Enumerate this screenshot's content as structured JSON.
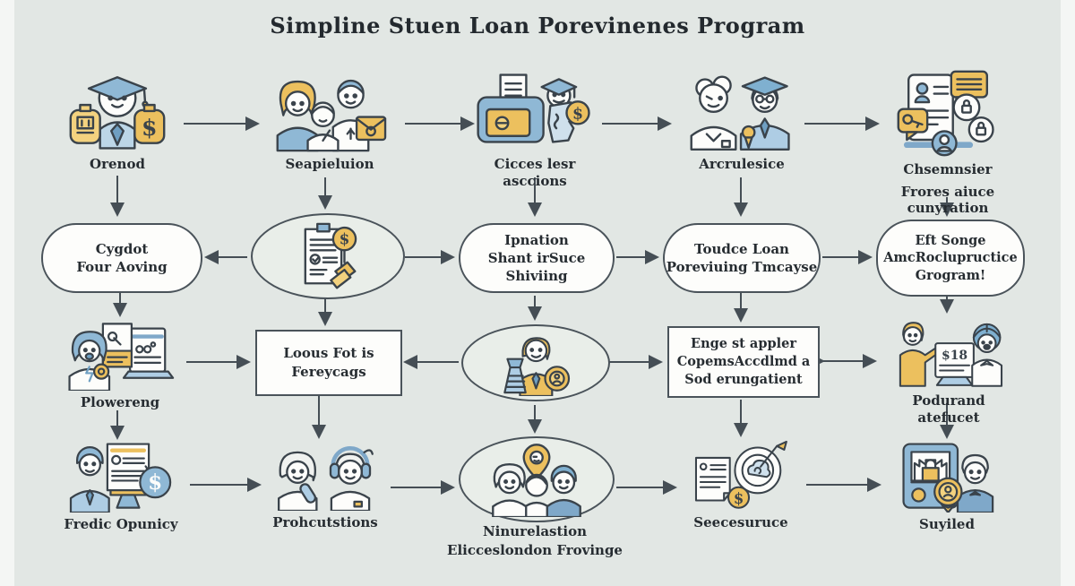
{
  "title": "Simpline Stuen Loan Porevinenes Program",
  "glyphs": {
    "dollar": "$",
    "minus": "-"
  },
  "colors": {
    "background": "#e2e7e4",
    "outline": "#3a434b",
    "blue": "#8fb8d5",
    "blue_light": "#bcd6e7",
    "blue_deep": "#6f9fc2",
    "yellow": "#ecc05e",
    "yellow_light": "#f3d27f",
    "white": "#fdfdfb",
    "text": "#262c31",
    "arrow": "#454e55"
  },
  "row1": {
    "nodes": [
      {
        "label": "Orenod",
        "icon": "graduate-money-icon"
      },
      {
        "label": "Seapieluion",
        "icon": "family-group-icon"
      },
      {
        "label": "Cicces lesr asccions",
        "icon": "laptop-graduate-icon"
      },
      {
        "label": "Arcrulesice",
        "icon": "advisor-graduate-icon"
      },
      {
        "label": "Chsemnsier",
        "sublabel": "Frores aiuce cunyration",
        "icon": "documents-chat-icon"
      }
    ]
  },
  "row2": {
    "shapes": [
      {
        "type": "stadium",
        "lines": [
          "Cygdot",
          "Four Aoving"
        ]
      },
      {
        "type": "ellipse",
        "icon": "document-dollar-stamp-icon"
      },
      {
        "type": "stadium",
        "lines": [
          "Ipnation",
          "Shant irSuce Shiviing"
        ]
      },
      {
        "type": "stadium",
        "lines": [
          "Toudce Loan",
          "Poreviuing Tmcayse"
        ]
      },
      {
        "type": "stadium",
        "lines": [
          "Eft Songe",
          "AmcRoclupructice",
          "Grogram!"
        ]
      }
    ]
  },
  "row3": {
    "nodes": [
      {
        "type": "icon",
        "label": "Plowereng",
        "icon": "analyst-documents-icon"
      },
      {
        "type": "box",
        "lines": [
          "Loous Fot is",
          "Fereycags"
        ]
      },
      {
        "type": "ellipse",
        "icon": "man-trophy-icon"
      },
      {
        "type": "box",
        "lines": [
          "Enge st appler",
          "CopemsAccdlmd a",
          "Sod erungatient"
        ]
      },
      {
        "type": "icon",
        "label": "Podurand atefucet",
        "icon": "presenters-sign-icon",
        "sign_text": "$18"
      }
    ]
  },
  "row4": {
    "nodes": [
      {
        "label": "Fredic Opunicy",
        "icon": "man-document-dollar-icon"
      },
      {
        "label": "Prohcutstions",
        "icon": "support-agents-icon"
      },
      {
        "type": "ellipse",
        "labels": [
          "Ninurelastion",
          "Elicceslondon Frovinge"
        ],
        "icon": "people-location-icon"
      },
      {
        "label": "Seecesuruce",
        "icon": "target-document-icon"
      },
      {
        "label": "Suyiled",
        "icon": "book-coin-person-icon"
      }
    ]
  }
}
